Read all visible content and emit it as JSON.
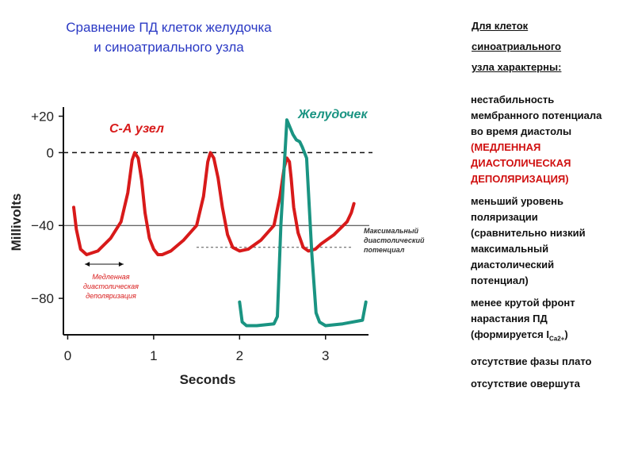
{
  "title": {
    "line1": "Сравнение ПД клеток желудочка",
    "line2": "и синоатриального узла"
  },
  "panel": {
    "heading_lines": [
      "Для клеток",
      "синоатриального",
      "узла характерны:"
    ],
    "bullet_glyph": "",
    "items": [
      {
        "lines": [
          "нестабильность",
          "мембранного потенциала",
          "во время диастолы"
        ],
        "highlight_lines": [
          "(МЕДЛЕННАЯ",
          "ДИАСТОЛИЧЕСКАЯ",
          "ДЕПОЛЯРИЗАЦИЯ)"
        ]
      },
      {
        "lines": [
          "меньший  уровень",
          "поляризации",
          "(сравнительно низкий",
          "максимальный",
          "диастолический",
          "потенциал)"
        ]
      },
      {
        "lines": [
          "менее крутой фронт",
          "нарастания ПД"
        ],
        "formula": {
          "prefix": "(формируется I",
          "sub": "Ca2+",
          "suffix": ")"
        }
      },
      {
        "lines": [
          "отсутствие фазы плато"
        ]
      },
      {
        "lines": [
          "отсутствие овершута"
        ]
      }
    ]
  },
  "chart_data": {
    "type": "line",
    "xlabel": "Seconds",
    "ylabel": "Millivolts",
    "xlim": [
      -0.05,
      3.5
    ],
    "ylim": [
      -100,
      25
    ],
    "x_ticks": [
      0,
      1,
      2,
      3
    ],
    "x_tick_labels": [
      "0",
      "1",
      "2",
      "3"
    ],
    "y_ticks": [
      20,
      0,
      -40,
      -80
    ],
    "y_tick_labels": [
      "+20",
      "0",
      "−40",
      "−80"
    ],
    "reference_lines": [
      {
        "y": 0,
        "style": "dashed"
      },
      {
        "y": -40,
        "style": "solid"
      },
      {
        "y": -52,
        "style": "dotted"
      }
    ],
    "series": [
      {
        "name": "С-А узел",
        "color": "#d81a1a",
        "x": [
          0.07,
          0.1,
          0.15,
          0.22,
          0.35,
          0.5,
          0.62,
          0.7,
          0.75,
          0.78,
          0.82,
          0.86,
          0.9,
          0.95,
          1.0,
          1.05,
          1.1,
          1.2,
          1.35,
          1.5,
          1.58,
          1.63,
          1.66,
          1.7,
          1.75,
          1.8,
          1.86,
          1.92,
          2.0,
          2.1,
          2.25,
          2.4,
          2.47,
          2.52,
          2.55,
          2.58,
          2.6,
          2.63,
          2.68,
          2.74,
          2.8,
          2.88,
          2.95,
          3.1,
          3.25,
          3.3,
          3.33
        ],
        "y": [
          -30,
          -42,
          -53,
          -56,
          -54,
          -47,
          -38,
          -22,
          -4,
          0,
          -3,
          -15,
          -33,
          -47,
          -53,
          -56,
          -56,
          -54,
          -48,
          -40,
          -24,
          -5,
          0,
          -3,
          -14,
          -30,
          -45,
          -52,
          -54,
          -53,
          -48,
          -40,
          -24,
          -8,
          -3,
          -5,
          -14,
          -30,
          -44,
          -52,
          -54,
          -53,
          -50,
          -45,
          -38,
          -33,
          -28
        ]
      },
      {
        "name": "Желудочек",
        "color": "#1a9482",
        "x": [
          0.0,
          0.03,
          0.08,
          0.2,
          0.4,
          0.44,
          0.48,
          0.55,
          0.62,
          0.66,
          0.7,
          0.73,
          0.78,
          0.84,
          0.89,
          0.93,
          1.0,
          1.2,
          1.43,
          1.47
        ],
        "y": [
          -82,
          -93,
          -95,
          -95,
          -94,
          -90,
          -40,
          18,
          10,
          7,
          6,
          3,
          -3,
          -55,
          -88,
          -93,
          -95,
          -94,
          -92,
          -82
        ],
        "x_offset": 2.0
      }
    ],
    "annotations": [
      {
        "text": "С-А узел",
        "color": "#d81a1a"
      },
      {
        "text": "Желудочек",
        "color": "#1a9482"
      },
      {
        "lines": [
          "Максимальный",
          "диастолический",
          "потенциал"
        ],
        "color": "#333333",
        "level": -52
      },
      {
        "lines": [
          "Медленная",
          "диастолическая",
          "деполяризация"
        ],
        "color": "#d81a1a",
        "range": [
          0.2,
          0.65
        ],
        "level": -63
      }
    ]
  }
}
